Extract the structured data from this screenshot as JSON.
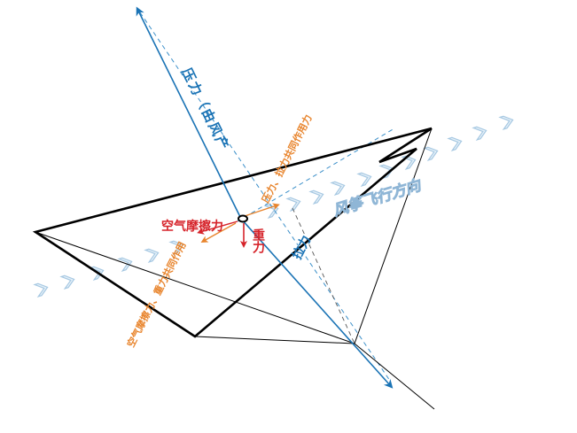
{
  "labels": {
    "pressure": "压力（由风产",
    "pressure_pull": "压力、拉力共同作用力",
    "air_friction": "空气摩擦力",
    "gravity": "重力",
    "pull": "拉力",
    "friction_gravity": "空气摩擦力、重力共同作用",
    "wind_direction": "风筝飞行方向"
  },
  "colors": {
    "blue": "#1a73b5",
    "orange": "#e8842c",
    "red": "#d6232a",
    "kite": "#000000",
    "chevron_fill": "#e6f1f9",
    "chevron_stroke": "#a6c8e2"
  }
}
